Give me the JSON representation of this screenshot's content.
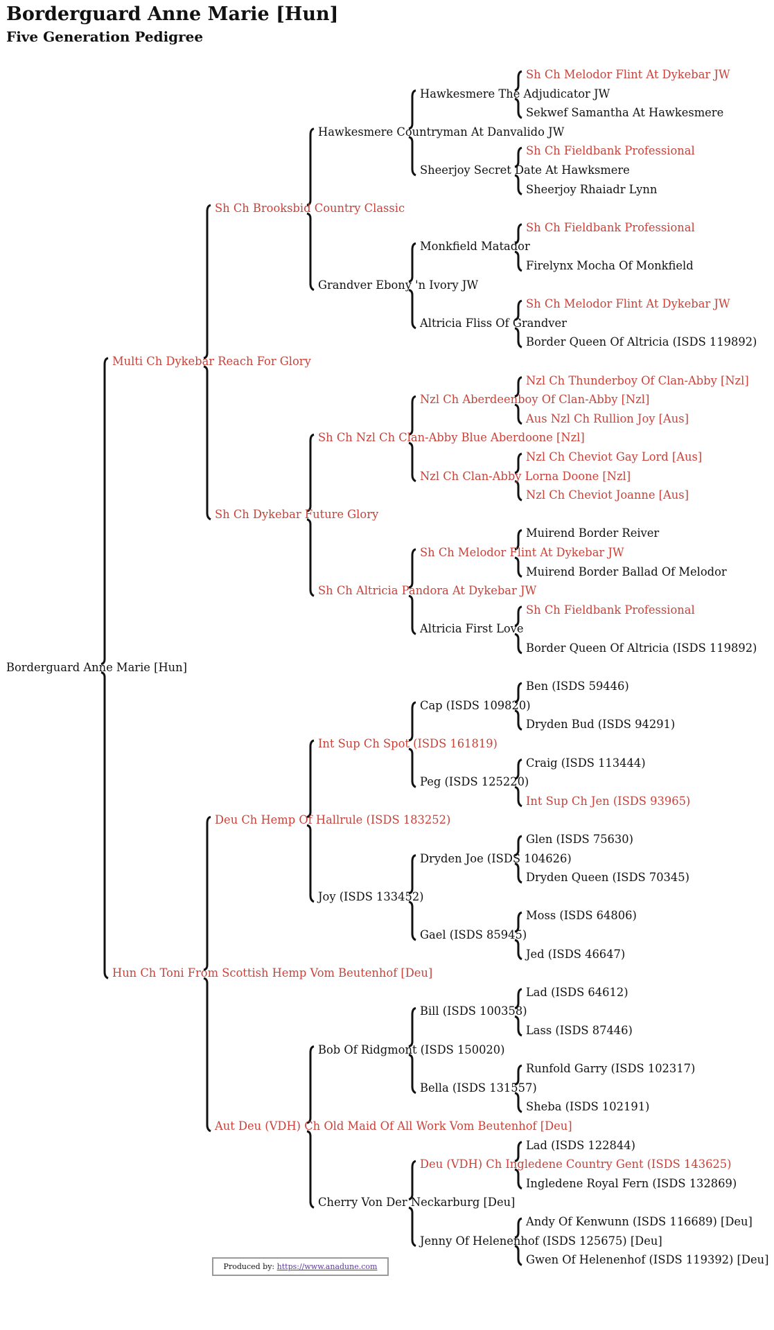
{
  "header": {
    "title": "Borderguard Anne Marie [Hun]",
    "subtitle": "Five Generation Pedigree"
  },
  "footer": {
    "label": "Produced by:",
    "link": "https://www.anadune.com"
  },
  "colors": {
    "champion": "#c8423a",
    "normal": "#111111"
  },
  "tree": {
    "name": "Borderguard Anne Marie [Hun]",
    "red": false,
    "sire": {
      "name": "Multi Ch Dykebar Reach For Glory",
      "red": true,
      "sire": {
        "name": "Sh Ch Brooksbid Country Classic",
        "red": true,
        "sire": {
          "name": "Hawkesmere Countryman At Danvalido JW",
          "red": false,
          "sire": {
            "name": "Hawkesmere The Adjudicator JW",
            "red": false,
            "sire": {
              "name": "Sh Ch Melodor Flint At Dykebar JW",
              "red": true
            },
            "dam": {
              "name": "Sekwef Samantha At Hawkesmere",
              "red": false
            }
          },
          "dam": {
            "name": "Sheerjoy Secret Date At Hawksmere",
            "red": false,
            "sire": {
              "name": "Sh Ch Fieldbank Professional",
              "red": true
            },
            "dam": {
              "name": "Sheerjoy Rhaiadr Lynn",
              "red": false
            }
          }
        },
        "dam": {
          "name": "Grandver Ebony 'n Ivory JW",
          "red": false,
          "sire": {
            "name": "Monkfield Matador",
            "red": false,
            "sire": {
              "name": "Sh Ch Fieldbank Professional",
              "red": true
            },
            "dam": {
              "name": "Firelynx Mocha Of Monkfield",
              "red": false
            }
          },
          "dam": {
            "name": "Altricia Fliss Of Grandver",
            "red": false,
            "sire": {
              "name": "Sh Ch Melodor Flint At Dykebar JW",
              "red": true
            },
            "dam": {
              "name": "Border Queen Of Altricia (ISDS 119892)",
              "red": false
            }
          }
        }
      },
      "dam": {
        "name": "Sh Ch Dykebar Future Glory",
        "red": true,
        "sire": {
          "name": "Sh Ch Nzl Ch Clan-Abby Blue Aberdoone [Nzl]",
          "red": true,
          "sire": {
            "name": "Nzl Ch Aberdeenboy Of Clan-Abby [Nzl]",
            "red": true,
            "sire": {
              "name": "Nzl Ch Thunderboy Of Clan-Abby [Nzl]",
              "red": true
            },
            "dam": {
              "name": "Aus Nzl Ch Rullion Joy [Aus]",
              "red": true
            }
          },
          "dam": {
            "name": "Nzl Ch Clan-Abby Lorna Doone [Nzl]",
            "red": true,
            "sire": {
              "name": "Nzl Ch Cheviot Gay Lord [Aus]",
              "red": true
            },
            "dam": {
              "name": "Nzl Ch Cheviot Joanne [Aus]",
              "red": true
            }
          }
        },
        "dam": {
          "name": "Sh Ch Altricia Pandora At Dykebar JW",
          "red": true,
          "sire": {
            "name": "Sh Ch Melodor Flint At Dykebar JW",
            "red": true,
            "sire": {
              "name": "Muirend Border Reiver",
              "red": false
            },
            "dam": {
              "name": "Muirend Border Ballad Of Melodor",
              "red": false
            }
          },
          "dam": {
            "name": "Altricia First Love",
            "red": false,
            "sire": {
              "name": "Sh Ch Fieldbank Professional",
              "red": true
            },
            "dam": {
              "name": "Border Queen Of Altricia (ISDS 119892)",
              "red": false
            }
          }
        }
      }
    },
    "dam": {
      "name": "Hun Ch Toni From Scottish Hemp Vom Beutenhof [Deu]",
      "red": true,
      "sire": {
        "name": "Deu Ch Hemp Of Hallrule (ISDS 183252)",
        "red": true,
        "sire": {
          "name": "Int Sup Ch Spot (ISDS 161819)",
          "red": true,
          "sire": {
            "name": "Cap (ISDS 109820)",
            "red": false,
            "sire": {
              "name": "Ben (ISDS 59446)",
              "red": false
            },
            "dam": {
              "name": "Dryden Bud (ISDS 94291)",
              "red": false
            }
          },
          "dam": {
            "name": "Peg (ISDS 125220)",
            "red": false,
            "sire": {
              "name": "Craig (ISDS 113444)",
              "red": false
            },
            "dam": {
              "name": "Int Sup Ch Jen (ISDS 93965)",
              "red": true
            }
          }
        },
        "dam": {
          "name": "Joy (ISDS 133452)",
          "red": false,
          "sire": {
            "name": "Dryden Joe (ISDS 104626)",
            "red": false,
            "sire": {
              "name": "Glen (ISDS 75630)",
              "red": false
            },
            "dam": {
              "name": "Dryden Queen (ISDS 70345)",
              "red": false
            }
          },
          "dam": {
            "name": "Gael (ISDS 85945)",
            "red": false,
            "sire": {
              "name": "Moss (ISDS 64806)",
              "red": false
            },
            "dam": {
              "name": "Jed (ISDS 46647)",
              "red": false
            }
          }
        }
      },
      "dam": {
        "name": "Aut Deu (VDH) Ch Old Maid Of All Work Vom Beutenhof [Deu]",
        "red": true,
        "sire": {
          "name": "Bob Of Ridgmont (ISDS 150020)",
          "red": false,
          "sire": {
            "name": "Bill (ISDS 100358)",
            "red": false,
            "sire": {
              "name": "Lad (ISDS 64612)",
              "red": false
            },
            "dam": {
              "name": "Lass (ISDS 87446)",
              "red": false
            }
          },
          "dam": {
            "name": "Bella (ISDS 131557)",
            "red": false,
            "sire": {
              "name": "Runfold Garry (ISDS 102317)",
              "red": false
            },
            "dam": {
              "name": "Sheba (ISDS 102191)",
              "red": false
            }
          }
        },
        "dam": {
          "name": "Cherry Von Der Neckarburg [Deu]",
          "red": false,
          "sire": {
            "name": "Deu (VDH) Ch Ingledene Country Gent (ISDS 143625)",
            "red": true,
            "sire": {
              "name": "Lad (ISDS 122844)",
              "red": false
            },
            "dam": {
              "name": "Ingledene Royal Fern (ISDS 132869)",
              "red": false
            }
          },
          "dam": {
            "name": "Jenny Of Helenenhof (ISDS 125675) [Deu]",
            "red": false,
            "sire": {
              "name": "Andy Of Kenwunn (ISDS 116689) [Deu]",
              "red": false
            },
            "dam": {
              "name": "Gwen Of Helenenhof (ISDS 119392) [Deu]",
              "red": false
            }
          }
        }
      }
    }
  }
}
